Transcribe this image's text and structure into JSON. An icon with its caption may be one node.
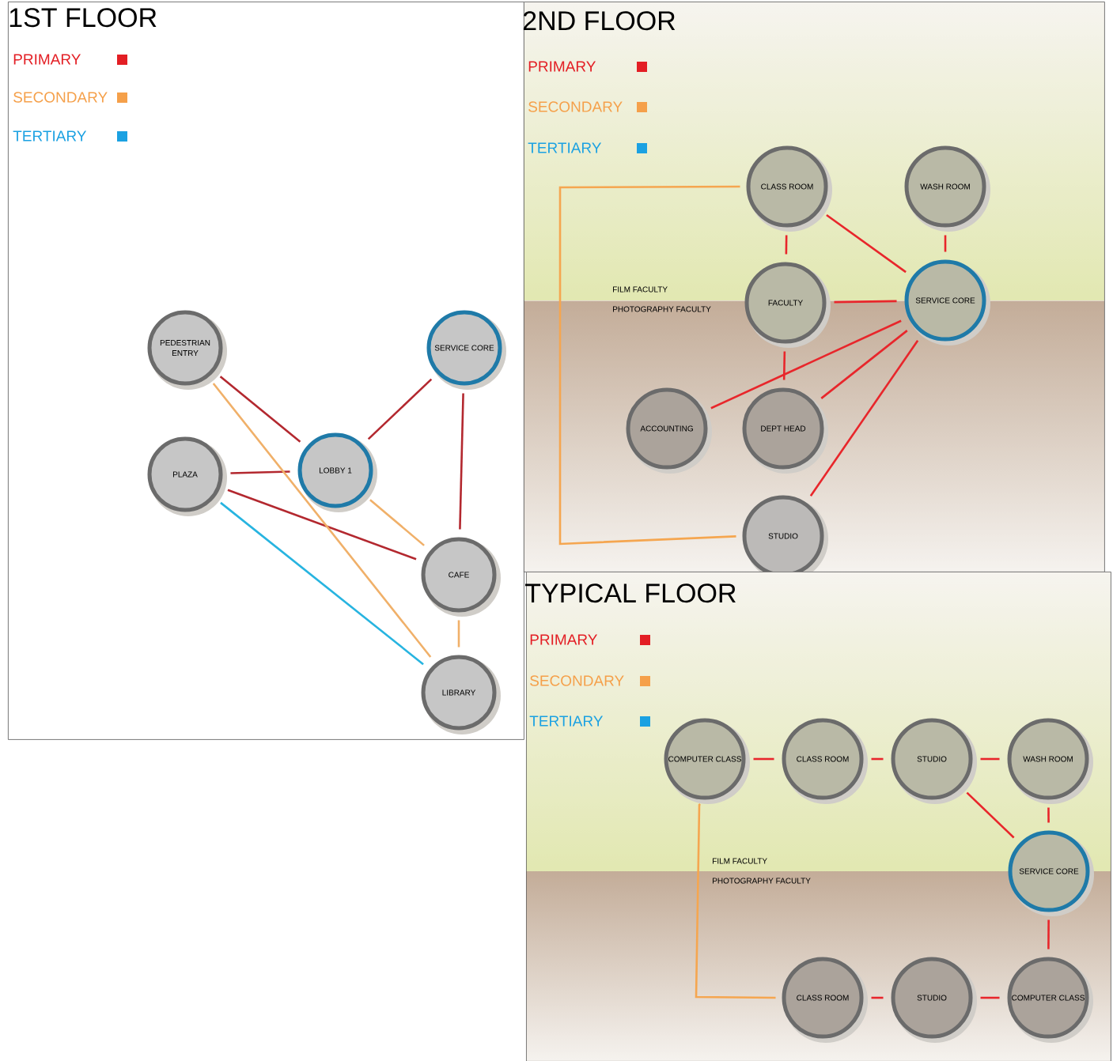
{
  "diagram": {
    "nodes": [
      {
        "text": [
          "1ST FLOOR"
        ]
      },
      {
        "text": [
          "PEDESTRIAN ENTRY"
        ],
        "in": 0
      },
      {
        "text": [
          "SERVICE CORE"
        ],
        "in": 0
      },
      {
        "text": [
          "PLAZA"
        ],
        "in": 0
      },
      {
        "text": [
          "LOBBY 1"
        ],
        "in": 0
      },
      {
        "text": [
          "CAFE"
        ],
        "in": 0
      },
      {
        "text": [
          "LIBRARY"
        ],
        "in": 0
      },
      {
        "text": [
          "2ND FLOOR"
        ]
      },
      {
        "text": [
          "CLASS ROOM"
        ],
        "in": 7
      },
      {
        "text": [
          "WASH ROOM"
        ],
        "in": 7
      },
      {
        "text": [
          "FACULTY"
        ],
        "in": 7
      },
      {
        "text": [
          "SERVICE CORE"
        ],
        "in": 7
      },
      {
        "text": [
          "ACCOUNTING"
        ],
        "in": 7
      },
      {
        "text": [
          "DEPT HEAD"
        ],
        "in": 7
      },
      {
        "text": [
          "STUDIO"
        ],
        "in": 7
      },
      {
        "text": [
          "TYPICAL FLOOR"
        ]
      },
      {
        "text": [
          "COMPUTER CLASS"
        ],
        "in": 15
      },
      {
        "text": [
          "CLASS ROOM"
        ],
        "in": 15
      },
      {
        "text": [
          "STUDIO"
        ],
        "in": 15
      },
      {
        "text": [
          "WASH ROOM"
        ],
        "in": 15
      },
      {
        "text": [
          "SERVICE CORE"
        ],
        "in": 15
      },
      {
        "text": [
          "CLASS ROOM"
        ],
        "in": 15
      },
      {
        "text": [
          "STUDIO"
        ],
        "in": 15
      },
      {
        "text": [
          "COMPUTER CLASS"
        ],
        "in": 15
      }
    ],
    "edges": [
      {
        "from": 1,
        "to": 4,
        "arrow": "none",
        "color": "#b3282f"
      },
      {
        "from": 2,
        "to": 4,
        "arrow": "none",
        "color": "#b3282f"
      },
      {
        "from": 3,
        "to": 4,
        "arrow": "none",
        "color": "#b3282f"
      },
      {
        "from": 2,
        "to": 5,
        "arrow": "none",
        "color": "#b3282f"
      },
      {
        "from": 3,
        "to": 5,
        "arrow": "none",
        "color": "#b3282f"
      },
      {
        "from": 1,
        "to": 6,
        "arrow": "none",
        "color": "#f0b069"
      },
      {
        "from": 4,
        "to": 5,
        "arrow": "none",
        "color": "#f0b069"
      },
      {
        "from": 5,
        "to": 6,
        "arrow": "none",
        "color": "#f0b069"
      },
      {
        "from": 3,
        "to": 6,
        "arrow": "none",
        "color": "#27b4e0"
      },
      {
        "from": 8,
        "to": 10,
        "arrow": "none"
      },
      {
        "from": 8,
        "to": 11,
        "arrow": "none"
      },
      {
        "from": 9,
        "to": 11,
        "arrow": "none"
      },
      {
        "from": 10,
        "to": 11,
        "arrow": "none"
      },
      {
        "from": 10,
        "to": 13,
        "arrow": "none"
      },
      {
        "from": 11,
        "to": 12,
        "arrow": "none"
      },
      {
        "from": 11,
        "to": 13,
        "arrow": "none"
      },
      {
        "from": 11,
        "to": 14,
        "arrow": "none"
      },
      {
        "from": 8,
        "to": 14,
        "arrow": "none",
        "color": "#f5a650"
      },
      {
        "from": 16,
        "to": 17,
        "arrow": "none"
      },
      {
        "from": 17,
        "to": 18,
        "arrow": "none"
      },
      {
        "from": 18,
        "to": 19,
        "arrow": "none"
      },
      {
        "from": 18,
        "to": 20,
        "arrow": "none"
      },
      {
        "from": 19,
        "to": 20,
        "arrow": "none"
      },
      {
        "from": 20,
        "to": 23,
        "arrow": "none"
      },
      {
        "from": 21,
        "to": 22,
        "arrow": "none"
      },
      {
        "from": 22,
        "to": 23,
        "arrow": "none"
      },
      {
        "from": 16,
        "to": 21,
        "arrow": "none",
        "color": "#f5a650"
      }
    ],
    "labels": [
      "FILM FACULTY",
      "PHOTOGRAPHY FACULTY",
      "FILM FACULTY",
      "PHOTOGRAPHY FACULTY"
    ],
    "legend": [
      {
        "text": "PRIMARY",
        "color": "#e31e24"
      },
      {
        "text": "SECONDARY",
        "color": "#f5a04a"
      },
      {
        "text": "TERTIARY",
        "color": "#1ba1e2"
      },
      {
        "text": "PRIMARY",
        "color": "#e31e24"
      },
      {
        "text": "SECONDARY",
        "color": "#f5a04a"
      },
      {
        "text": "TERTIARY",
        "color": "#1ba1e2"
      },
      {
        "text": "PRIMARY",
        "color": "#e31e24"
      },
      {
        "text": "SECONDARY",
        "color": "#f5a04a"
      },
      {
        "text": "TERTIARY",
        "color": "#1ba1e2"
      }
    ]
  }
}
